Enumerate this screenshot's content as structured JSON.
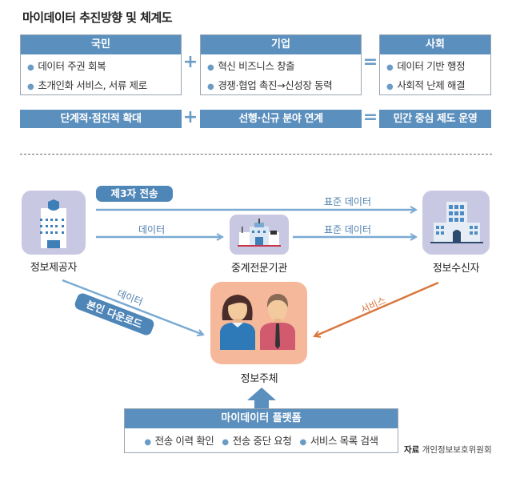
{
  "title": "마이데이터 추진방향 및 체계도",
  "top_row": {
    "boxes": [
      {
        "header": "국민",
        "items": [
          "데이터 주권 회복",
          "초개인화 서비스, 서류 제로"
        ]
      },
      {
        "header": "기업",
        "items": [
          "혁신 비즈니스 창출",
          "경쟁·협업 촉진→신성장 동력"
        ]
      },
      {
        "header": "사회",
        "items": [
          "데이터 기반 행정",
          "사회적 난제 해결"
        ]
      }
    ],
    "operators": [
      "+",
      "="
    ]
  },
  "second_row": {
    "bars": [
      "단계적·점진적 확대",
      "선행·신규 분야 연계",
      "민간 중심 제도 운영"
    ],
    "operators": [
      "+",
      "="
    ]
  },
  "diagram": {
    "nodes": {
      "provider": "정보제공자",
      "broker": "중계전문기관",
      "receiver": "정보수신자",
      "subject": "정보주체"
    },
    "third_party_pill": "제3자 전송",
    "self_download_pill": "본인 다운로드",
    "arrows": {
      "provider_to_receiver": "표준 데이터",
      "provider_to_broker": "데이터",
      "broker_to_receiver": "표준 데이터",
      "provider_to_subject": "데이터",
      "receiver_to_subject": "서비스"
    },
    "colors": {
      "accent_blue": "#5b8fbd",
      "arrow_blue": "#7aaad3",
      "arrow_orange": "#d9773e",
      "tile_purple": "#c9c8e2",
      "tile_peach": "#f6b89a"
    }
  },
  "platform": {
    "header": "마이데이터 플랫폼",
    "items": [
      "전송 이력 확인",
      "전송 중단 요청",
      "서비스 목록 검색"
    ]
  },
  "source": {
    "label": "자료",
    "text": "개인정보보호위원회"
  }
}
